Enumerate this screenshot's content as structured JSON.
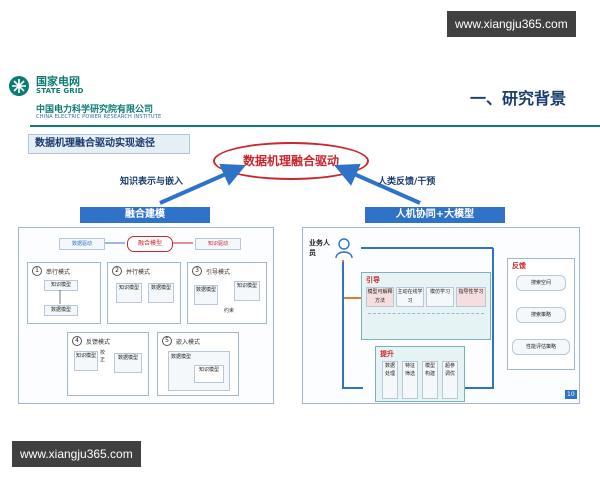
{
  "watermarks": {
    "top": "www.xiangju365.com",
    "bottom": "www.xiangju365.com"
  },
  "header": {
    "logo_cn": "国家电网",
    "logo_en": "STATE GRID",
    "institute_cn": "中国电力科学研究院有限公司",
    "institute_en": "CHINA ELECTRIC POWER RESEARCH INSTITUTE",
    "section_title": "一、研究背景"
  },
  "subtitle": "数据机理融合驱动实现途径",
  "center_oval": "数据机理融合驱动",
  "left_arrow_label": "知识表示与嵌入",
  "right_arrow_label": "人类反馈/干预",
  "left_panel": {
    "title": "融合建模",
    "top_row": {
      "data_driven": "数据驱动",
      "fusion_model": "融合模型",
      "knowledge_driven": "知识驱动"
    },
    "modes": [
      {
        "num": "1",
        "title": "串行模式",
        "labels": [
          "知识模型",
          "数据模型"
        ]
      },
      {
        "num": "2",
        "title": "并行模式",
        "labels": [
          "知识模型",
          "数据模型"
        ]
      },
      {
        "num": "3",
        "title": "引导模式",
        "labels": [
          "数据模型",
          "知识模型",
          "约束"
        ]
      },
      {
        "num": "4",
        "title": "反馈模式",
        "labels": [
          "知识模型",
          "校正",
          "数据模型"
        ]
      },
      {
        "num": "5",
        "title": "嵌入模式",
        "labels": [
          "数据模型",
          "知识模型"
        ]
      }
    ]
  },
  "right_panel": {
    "title": "人机协同+大模型",
    "person_label": "业务人员",
    "guide_label": "引导",
    "guide_items": [
      "模型可解释方法",
      "主动在线学习",
      "模仿学习",
      "指导性学习"
    ],
    "improve_label": "提升",
    "improve_items": [
      "数据处理",
      "特征筛选",
      "模型构建",
      "超参调优"
    ],
    "feedback_label": "反馈",
    "feedback_items": [
      "搜索空间",
      "搜索策略",
      "性能评估策略"
    ],
    "page_number": "10"
  }
}
